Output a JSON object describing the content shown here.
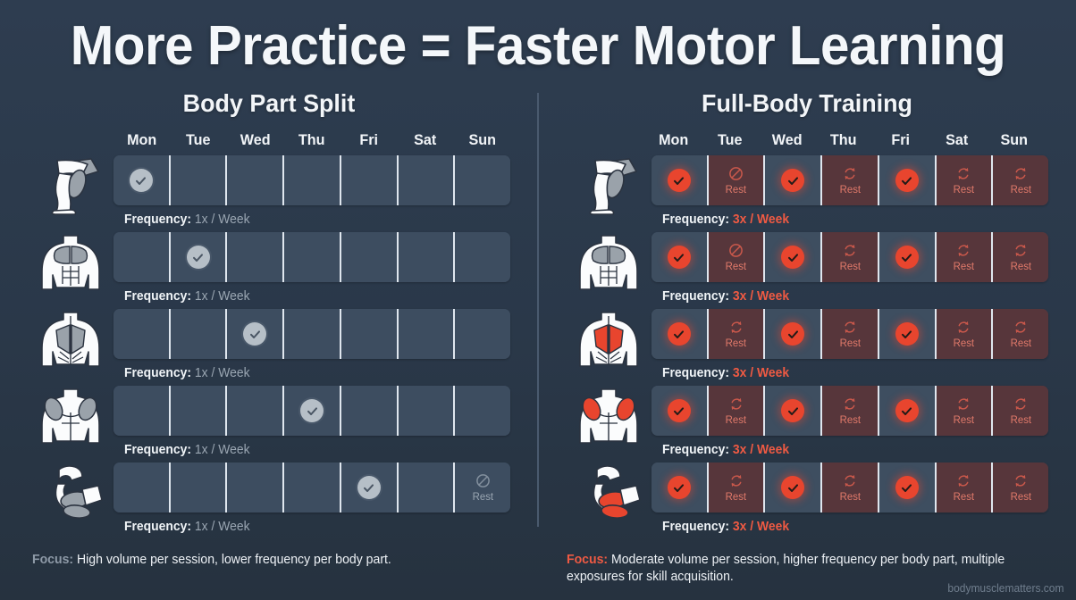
{
  "title": "More Practice = Faster Motor Learning",
  "watermark": "bodymusclematters.com",
  "colors": {
    "background": "#2b3a4d",
    "accent_red": "#e8452e",
    "rest_red_bg": "#57363b",
    "cell_bg": "#3d4d60",
    "grey_check": "#b6bfc7",
    "text_light": "#f2f5f8",
    "text_muted": "#9aa6b2",
    "divider": "#4a5a6e"
  },
  "days": [
    "Mon",
    "Tue",
    "Wed",
    "Thu",
    "Fri",
    "Sat",
    "Sun"
  ],
  "panels": [
    {
      "id": "body-part-split",
      "title": "Body Part Split",
      "focus_label": "Focus:",
      "focus_label_style": "grey",
      "focus_text": "High volume per session, lower frequency per body part.",
      "rows": [
        {
          "body_part": "legs",
          "icon": "legs-muscle-icon",
          "highlight": "grey",
          "frequency_label": "Frequency:",
          "frequency_value": "1x / Week",
          "frequency_style": "grey",
          "cells": [
            {
              "state": "check",
              "style": "grey"
            },
            {
              "state": "empty"
            },
            {
              "state": "empty"
            },
            {
              "state": "empty"
            },
            {
              "state": "empty"
            },
            {
              "state": "empty"
            },
            {
              "state": "empty"
            }
          ]
        },
        {
          "body_part": "chest",
          "icon": "chest-muscle-icon",
          "highlight": "grey",
          "frequency_label": "Frequency:",
          "frequency_value": "1x / Week",
          "frequency_style": "grey",
          "cells": [
            {
              "state": "empty"
            },
            {
              "state": "check",
              "style": "grey"
            },
            {
              "state": "empty"
            },
            {
              "state": "empty"
            },
            {
              "state": "empty"
            },
            {
              "state": "empty"
            },
            {
              "state": "empty"
            }
          ]
        },
        {
          "body_part": "back",
          "icon": "back-muscle-icon",
          "highlight": "grey",
          "frequency_label": "Frequency:",
          "frequency_value": "1x / Week",
          "frequency_style": "grey",
          "cells": [
            {
              "state": "empty"
            },
            {
              "state": "empty"
            },
            {
              "state": "check",
              "style": "grey"
            },
            {
              "state": "empty"
            },
            {
              "state": "empty"
            },
            {
              "state": "empty"
            },
            {
              "state": "empty"
            }
          ]
        },
        {
          "body_part": "shoulders",
          "icon": "shoulders-muscle-icon",
          "highlight": "grey",
          "frequency_label": "Frequency:",
          "frequency_value": "1x / Week",
          "frequency_style": "grey",
          "cells": [
            {
              "state": "empty"
            },
            {
              "state": "empty"
            },
            {
              "state": "empty"
            },
            {
              "state": "check",
              "style": "grey"
            },
            {
              "state": "empty"
            },
            {
              "state": "empty"
            },
            {
              "state": "empty"
            }
          ]
        },
        {
          "body_part": "arms",
          "icon": "arms-muscle-icon",
          "highlight": "grey",
          "frequency_label": "Frequency:",
          "frequency_value": "1x / Week",
          "frequency_style": "grey",
          "cells": [
            {
              "state": "empty"
            },
            {
              "state": "empty"
            },
            {
              "state": "empty"
            },
            {
              "state": "empty"
            },
            {
              "state": "check",
              "style": "grey"
            },
            {
              "state": "empty"
            },
            {
              "state": "rest",
              "style": "grey",
              "glyph": "no-entry",
              "label": "Rest"
            }
          ]
        }
      ]
    },
    {
      "id": "full-body-training",
      "title": "Full-Body Training",
      "focus_label": "Focus:",
      "focus_label_style": "red",
      "focus_text": "Moderate volume per session, higher frequency per body part, multiple exposures for skill acquisition.",
      "rows": [
        {
          "body_part": "legs",
          "icon": "legs-muscle-icon",
          "highlight": "grey",
          "frequency_label": "Frequency:",
          "frequency_value": "3x / Week",
          "frequency_style": "red",
          "cells": [
            {
              "state": "check",
              "style": "red"
            },
            {
              "state": "rest",
              "style": "red",
              "glyph": "no-entry",
              "label": "Rest"
            },
            {
              "state": "check",
              "style": "red"
            },
            {
              "state": "rest",
              "style": "red",
              "glyph": "recovery",
              "label": "Rest"
            },
            {
              "state": "check",
              "style": "red"
            },
            {
              "state": "rest",
              "style": "red",
              "glyph": "recovery",
              "label": "Rest"
            },
            {
              "state": "rest",
              "style": "red",
              "glyph": "recovery",
              "label": "Rest"
            }
          ]
        },
        {
          "body_part": "chest",
          "icon": "chest-muscle-icon",
          "highlight": "grey",
          "frequency_label": "Frequency:",
          "frequency_value": "3x / Week",
          "frequency_style": "red",
          "cells": [
            {
              "state": "check",
              "style": "red"
            },
            {
              "state": "rest",
              "style": "red",
              "glyph": "no-entry",
              "label": "Rest"
            },
            {
              "state": "check",
              "style": "red"
            },
            {
              "state": "rest",
              "style": "red",
              "glyph": "recovery",
              "label": "Rest"
            },
            {
              "state": "check",
              "style": "red"
            },
            {
              "state": "rest",
              "style": "red",
              "glyph": "recovery",
              "label": "Rest"
            },
            {
              "state": "rest",
              "style": "red",
              "glyph": "recovery",
              "label": "Rest"
            }
          ]
        },
        {
          "body_part": "back",
          "icon": "back-muscle-icon",
          "highlight": "red",
          "frequency_label": "Frequency:",
          "frequency_value": "3x / Week",
          "frequency_style": "red",
          "cells": [
            {
              "state": "check",
              "style": "red"
            },
            {
              "state": "rest",
              "style": "red",
              "glyph": "recovery",
              "label": "Rest"
            },
            {
              "state": "check",
              "style": "red"
            },
            {
              "state": "rest",
              "style": "red",
              "glyph": "recovery",
              "label": "Rest"
            },
            {
              "state": "check",
              "style": "red"
            },
            {
              "state": "rest",
              "style": "red",
              "glyph": "recovery",
              "label": "Rest"
            },
            {
              "state": "rest",
              "style": "red",
              "glyph": "recovery",
              "label": "Rest"
            }
          ]
        },
        {
          "body_part": "shoulders",
          "icon": "shoulders-muscle-icon",
          "highlight": "red",
          "frequency_label": "Frequency:",
          "frequency_value": "3x / Week",
          "frequency_style": "red",
          "cells": [
            {
              "state": "check",
              "style": "red"
            },
            {
              "state": "rest",
              "style": "red",
              "glyph": "recovery",
              "label": "Rest"
            },
            {
              "state": "check",
              "style": "red"
            },
            {
              "state": "rest",
              "style": "red",
              "glyph": "recovery",
              "label": "Rest"
            },
            {
              "state": "check",
              "style": "red"
            },
            {
              "state": "rest",
              "style": "red",
              "glyph": "recovery",
              "label": "Rest"
            },
            {
              "state": "rest",
              "style": "red",
              "glyph": "recovery",
              "label": "Rest"
            }
          ]
        },
        {
          "body_part": "arms",
          "icon": "arms-muscle-icon",
          "highlight": "red",
          "frequency_label": "Frequency:",
          "frequency_value": "3x / Week",
          "frequency_style": "red",
          "cells": [
            {
              "state": "check",
              "style": "red"
            },
            {
              "state": "rest",
              "style": "red",
              "glyph": "recovery",
              "label": "Rest"
            },
            {
              "state": "check",
              "style": "red"
            },
            {
              "state": "rest",
              "style": "red",
              "glyph": "recovery",
              "label": "Rest"
            },
            {
              "state": "check",
              "style": "red"
            },
            {
              "state": "rest",
              "style": "red",
              "glyph": "recovery",
              "label": "Rest"
            },
            {
              "state": "rest",
              "style": "red",
              "glyph": "recovery",
              "label": "Rest"
            }
          ]
        }
      ]
    }
  ]
}
